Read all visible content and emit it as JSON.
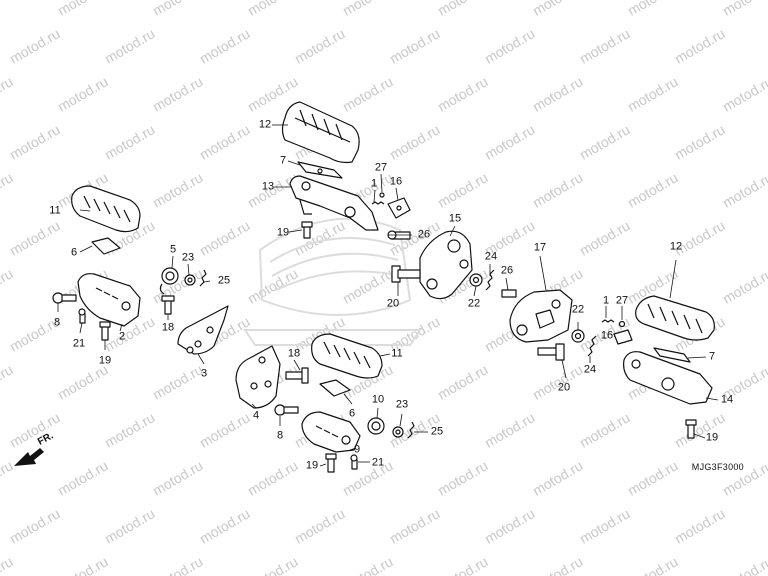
{
  "watermark_text": "motod.ru",
  "diagram_code": "MJG3F3000",
  "direction_marker": "FR.",
  "part_labels": {
    "p12a": "12",
    "p7a": "7",
    "p13": "13",
    "p19a": "19",
    "p27a": "27",
    "p1a": "1",
    "p16a": "16",
    "p26a": "26",
    "p15": "15",
    "p20a": "20",
    "p24a": "24",
    "p26b": "26",
    "p22a": "22",
    "p11a": "11",
    "p6a": "6",
    "p5": "5",
    "p23a": "23",
    "p25a": "25",
    "p8a": "8",
    "p21a": "21",
    "p19b": "19",
    "p2": "2",
    "p18a": "18",
    "p3": "3",
    "p17": "17",
    "p1b": "1",
    "p27b": "27",
    "p16b": "16",
    "p22b": "22",
    "p20b": "20",
    "p24b": "24",
    "p12b": "12",
    "p7b": "7",
    "p14": "14",
    "p19c": "19",
    "p18b": "18",
    "p11b": "11",
    "p4": "4",
    "p6b": "6",
    "p10": "10",
    "p23b": "23",
    "p25b": "25",
    "p8b": "8",
    "p9": "9",
    "p19d": "19",
    "p21b": "21"
  },
  "colors": {
    "line": "#111111",
    "watermark": "#c8c8c8",
    "logo": "#dcdcdc",
    "background": "#ffffff"
  }
}
